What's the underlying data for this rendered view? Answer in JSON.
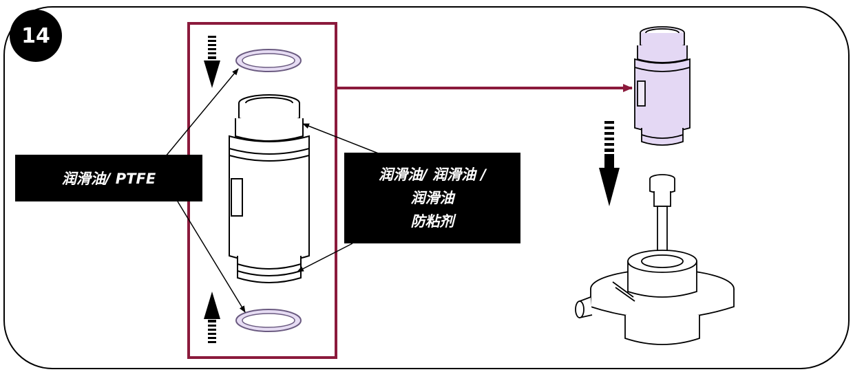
{
  "step_number": "14",
  "labels": {
    "left": "润滑油/ PTFE",
    "right_line1": "润滑油/ 润滑油 /",
    "right_line2": "润滑油",
    "right_line3": "防粘剂"
  },
  "colors": {
    "frame_border": "#000000",
    "highlight_frame": "#8b1a3c",
    "oring_fill": "#e6dcf3",
    "oring_stroke": "#6a5a80",
    "part_highlight": "#e4d8f4",
    "label_background": "#000000",
    "label_text": "#ffffff"
  }
}
